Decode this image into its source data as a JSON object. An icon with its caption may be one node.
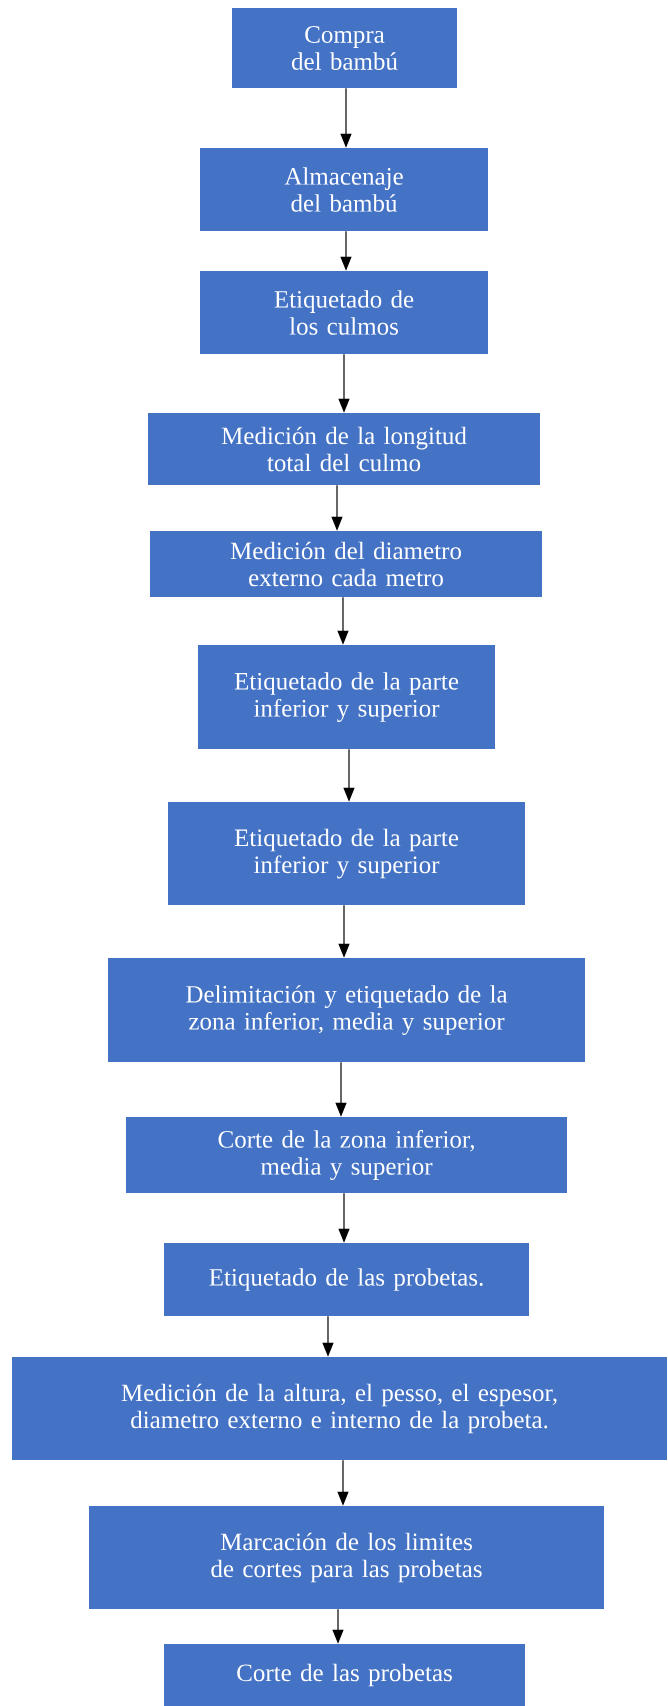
{
  "diagram": {
    "nodes": [
      {
        "text": [
          "Compra del bambú"
        ]
      },
      {
        "text": [
          "Almacenaje del bambú"
        ]
      },
      {
        "text": [
          "Etiquetado de los culmos"
        ]
      },
      {
        "text": [
          "Medición de la longitud total del culmo"
        ]
      },
      {
        "text": [
          "Medición del diametro externo cada metro"
        ]
      },
      {
        "text": [
          "Etiquetado de la parte inferior y superior"
        ]
      },
      {
        "text": [
          "Etiquetado de la parte inferior y superior"
        ]
      },
      {
        "text": [
          "Delimitación y etiquetado de la zona inferior, media y superior"
        ]
      },
      {
        "text": [
          "Corte de la zona inferior, media y superior"
        ]
      },
      {
        "text": [
          "Etiquetado de las probetas."
        ]
      },
      {
        "text": [
          "Medición de la altura, el pesso, el espesor, diametro externo e interno de la probeta."
        ]
      },
      {
        "text": [
          "Marcación de los limites de cortes para las probetas"
        ]
      },
      {
        "text": [
          "Corte de las probetas"
        ]
      }
    ],
    "edges": [
      {
        "from": 0,
        "to": 1,
        "arrow": "to"
      },
      {
        "from": 1,
        "to": 2,
        "arrow": "to"
      },
      {
        "from": 2,
        "to": 3,
        "arrow": "to"
      },
      {
        "from": 3,
        "to": 4,
        "arrow": "to"
      },
      {
        "from": 4,
        "to": 5,
        "arrow": "to"
      },
      {
        "from": 5,
        "to": 6,
        "arrow": "to"
      },
      {
        "from": 6,
        "to": 7,
        "arrow": "to"
      },
      {
        "from": 7,
        "to": 8,
        "arrow": "to"
      },
      {
        "from": 8,
        "to": 9,
        "arrow": "to"
      },
      {
        "from": 9,
        "to": 10,
        "arrow": "to"
      },
      {
        "from": 10,
        "to": 11,
        "arrow": "to"
      },
      {
        "from": 11,
        "to": 12,
        "arrow": "to"
      }
    ]
  }
}
